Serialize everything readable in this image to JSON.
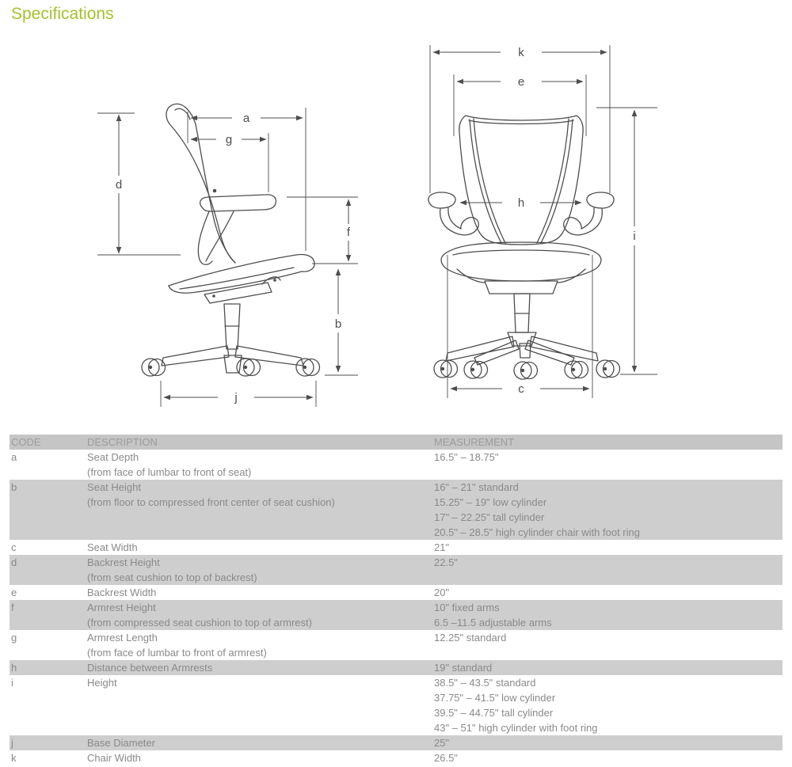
{
  "title": "Specifications",
  "colors": {
    "title_color": "#a5c02e",
    "header_bg": "#c5c5c5",
    "header_text": "#9b9b9b",
    "row_shaded_bg": "#cecece",
    "body_text": "#8a8a8a",
    "drawing_line": "#4d4d4d"
  },
  "diagram": {
    "side_view": {
      "labels": {
        "a": "a",
        "b": "b",
        "d": "d",
        "f": "f",
        "g": "g",
        "j": "j"
      }
    },
    "front_view": {
      "labels": {
        "c": "c",
        "e": "e",
        "h": "h",
        "i": "i",
        "k": "k"
      }
    }
  },
  "table": {
    "headers": [
      "CODE",
      "DESCRIPTION",
      "MEASUREMENT"
    ],
    "rows": [
      {
        "code": "a",
        "description": [
          "Seat Depth",
          "(from face of lumbar to front of seat)"
        ],
        "measurement": [
          "16.5\" – 18.75\""
        ],
        "shaded": false
      },
      {
        "code": "b",
        "description": [
          "Seat Height",
          "(from floor to compressed front center of seat cushion)"
        ],
        "measurement": [
          "16\" – 21\" standard",
          "15.25\" – 19\" low cylinder",
          "17\" – 22.25\" tall cylinder",
          "20.5\" – 28.5\" high cylinder chair with foot ring"
        ],
        "shaded": true
      },
      {
        "code": "c",
        "description": [
          "Seat Width"
        ],
        "measurement": [
          "21\""
        ],
        "shaded": false
      },
      {
        "code": "d",
        "description": [
          "Backrest Height",
          "(from seat cushion to top of backrest)"
        ],
        "measurement": [
          "22.5\""
        ],
        "shaded": true
      },
      {
        "code": "e",
        "description": [
          "Backrest Width"
        ],
        "measurement": [
          "20\""
        ],
        "shaded": false
      },
      {
        "code": "f",
        "description": [
          "Armrest Height",
          "(from compressed seat cushion to top of armrest)"
        ],
        "measurement": [
          "10\" fixed arms",
          "6.5 –11.5 adjustable arms"
        ],
        "shaded": true
      },
      {
        "code": "g",
        "description": [
          "Armrest Length",
          "(from face of lumbar to front of armrest)"
        ],
        "measurement": [
          "12.25\" standard"
        ],
        "shaded": false
      },
      {
        "code": "h",
        "description": [
          "Distance between Armrests"
        ],
        "measurement": [
          "19\" standard"
        ],
        "shaded": true
      },
      {
        "code": "i",
        "description": [
          "Height"
        ],
        "measurement": [
          "38.5\" – 43.5\" standard",
          "37.75\" – 41.5\" low cylinder",
          "39.5\" – 44.75\" tall cylinder",
          "43\" – 51\" high cylinder with foot ring"
        ],
        "shaded": false
      },
      {
        "code": "j",
        "description": [
          "Base Diameter"
        ],
        "measurement": [
          "25\""
        ],
        "shaded": true
      },
      {
        "code": "k",
        "description": [
          "Chair Width"
        ],
        "measurement": [
          "26.5\""
        ],
        "shaded": false
      }
    ]
  }
}
